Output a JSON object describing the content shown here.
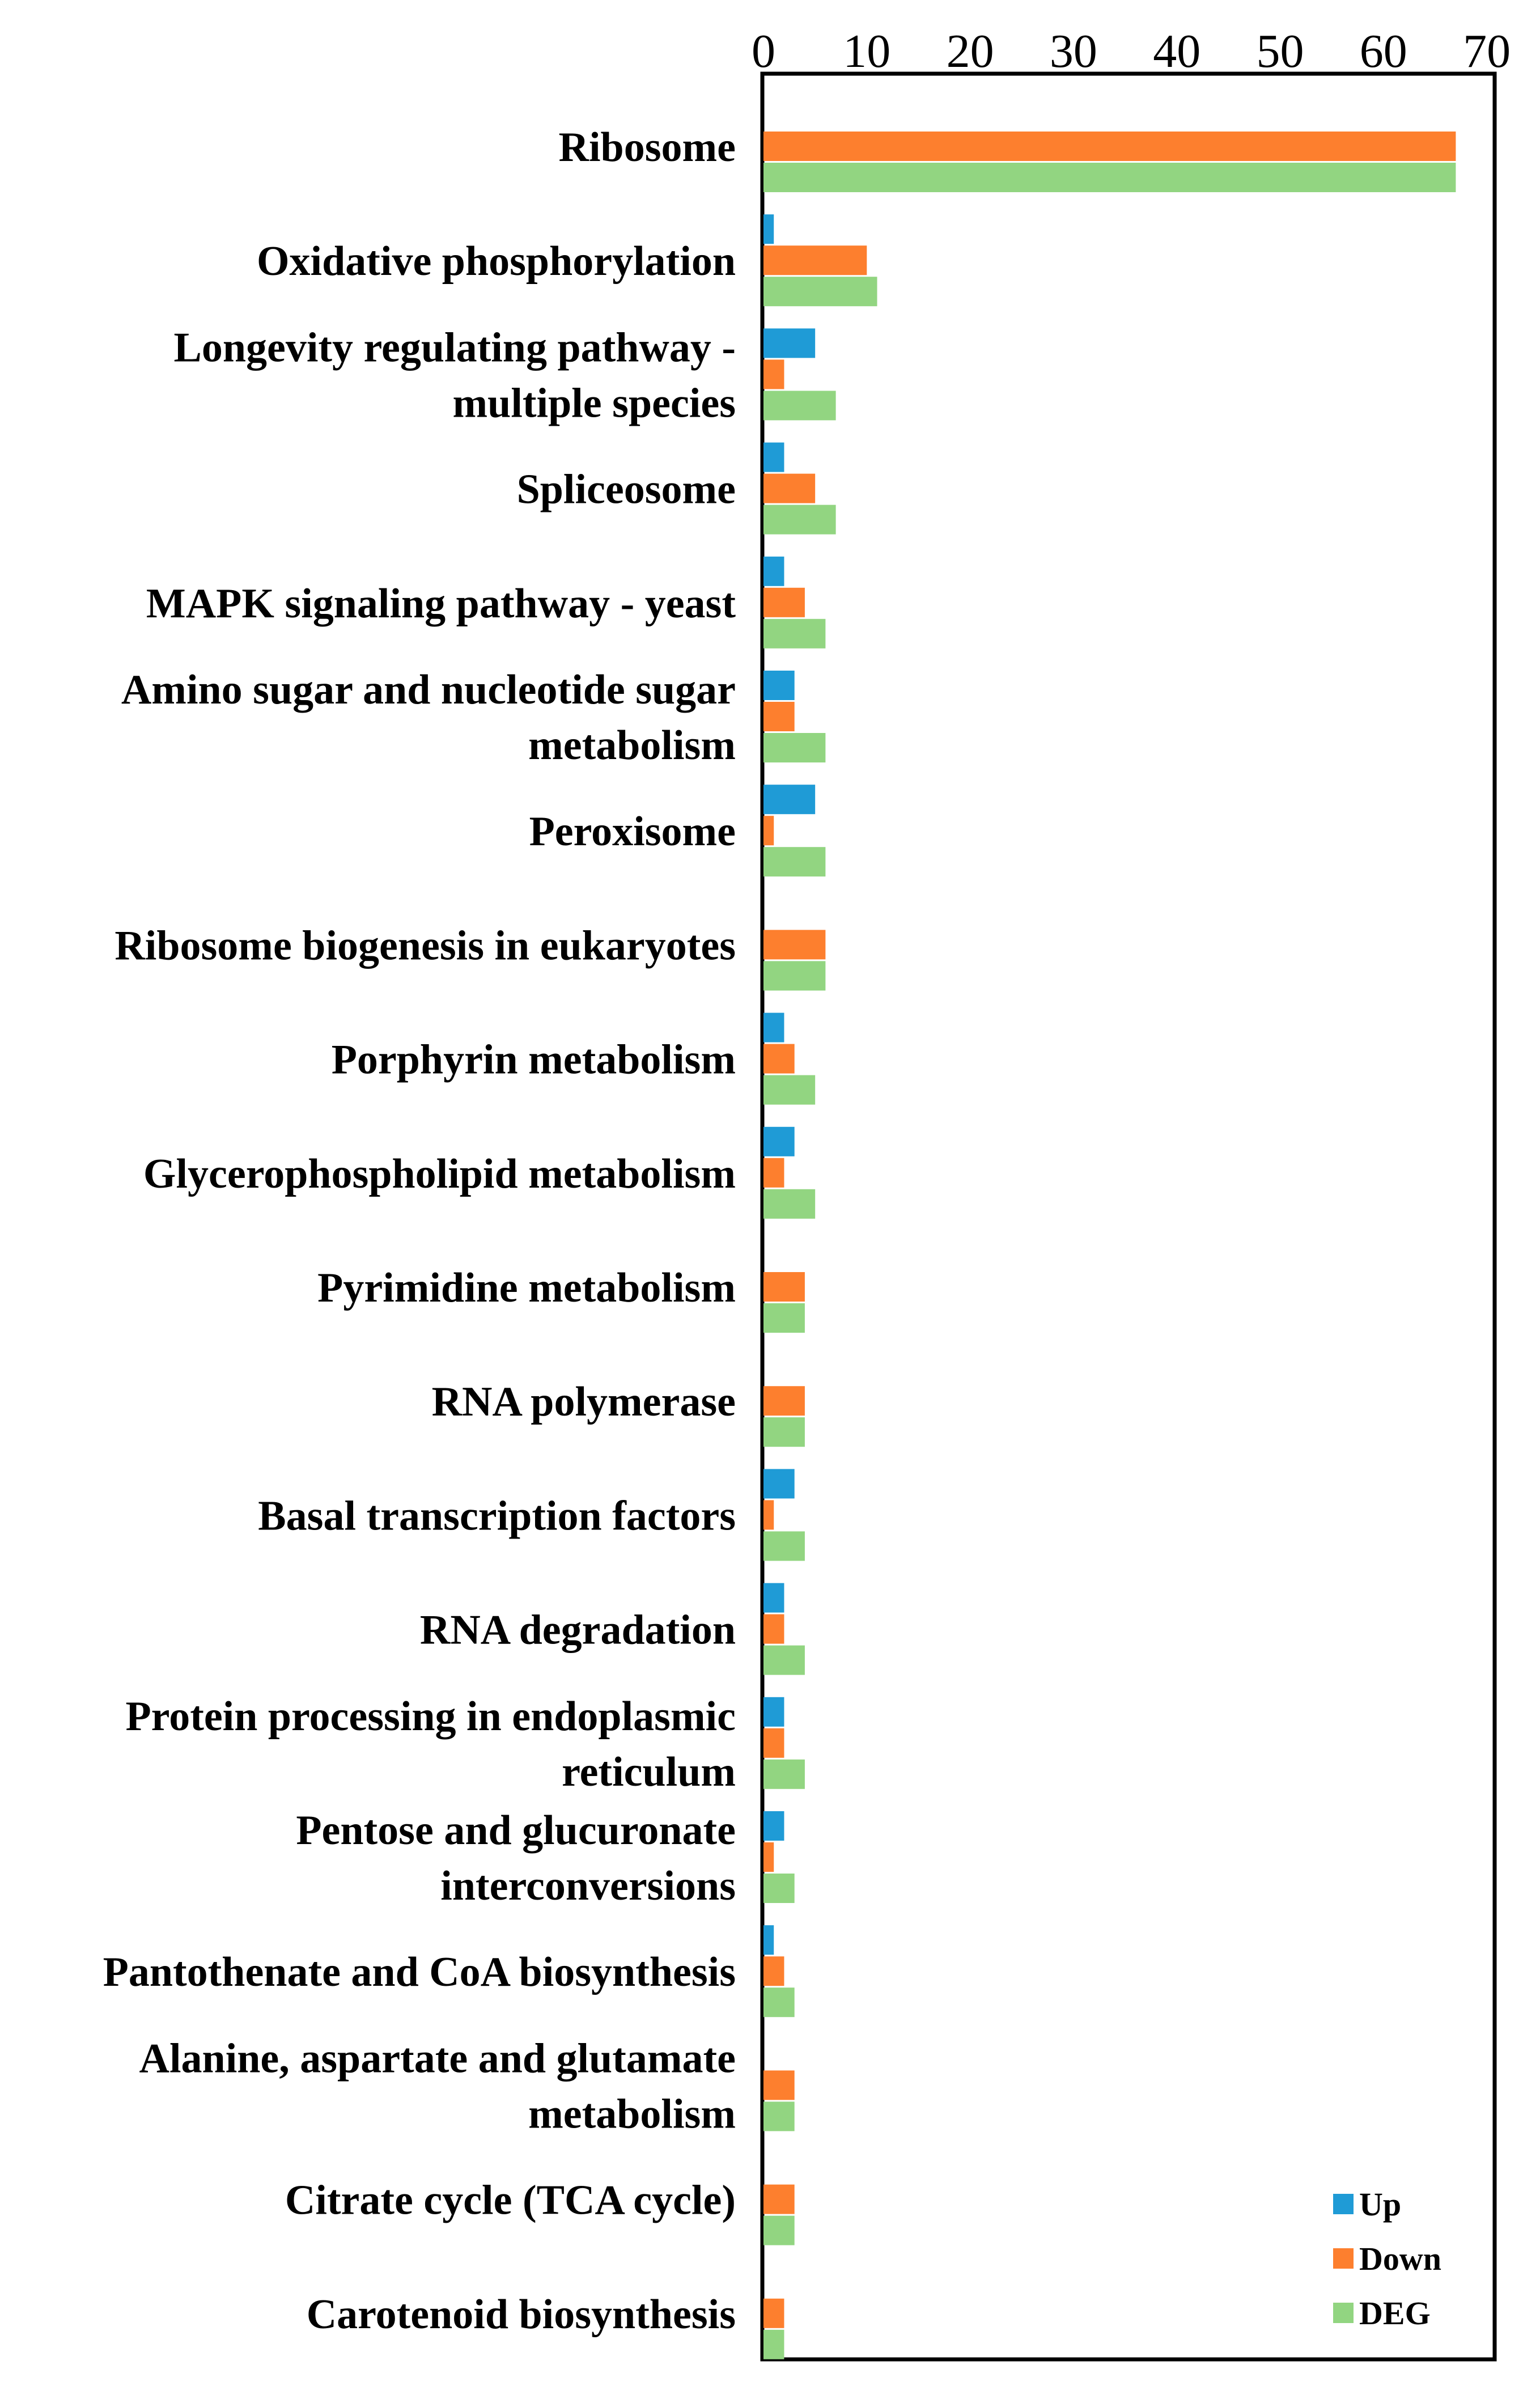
{
  "chart_data": {
    "type": "bar",
    "orientation": "horizontal",
    "x_axis_position": "top",
    "xlim": [
      0,
      70
    ],
    "x_ticks": [
      0,
      10,
      20,
      30,
      40,
      50,
      60,
      70
    ],
    "grid": false,
    "legend_position": "bottom-right",
    "title": "",
    "xlabel": "",
    "ylabel": "",
    "categories": [
      [
        "Ribosome"
      ],
      [
        "Oxidative phosphorylation"
      ],
      [
        "Longevity regulating pathway -",
        "multiple species"
      ],
      [
        "Spliceosome"
      ],
      [
        "MAPK signaling pathway - yeast"
      ],
      [
        "Amino sugar and nucleotide sugar",
        "metabolism"
      ],
      [
        "Peroxisome"
      ],
      [
        "Ribosome biogenesis in eukaryotes"
      ],
      [
        "Porphyrin metabolism"
      ],
      [
        "Glycerophospholipid metabolism"
      ],
      [
        "Pyrimidine metabolism"
      ],
      [
        "RNA polymerase"
      ],
      [
        "Basal transcription factors"
      ],
      [
        "RNA degradation"
      ],
      [
        "Protein processing in endoplasmic",
        "reticulum"
      ],
      [
        "Pentose and glucuronate",
        "interconversions"
      ],
      [
        "Pantothenate and CoA biosynthesis"
      ],
      [
        "Alanine, aspartate and glutamate",
        "metabolism"
      ],
      [
        "Citrate cycle (TCA cycle)"
      ],
      [
        "Carotenoid biosynthesis"
      ]
    ],
    "series": [
      {
        "name": "Up",
        "color": "#1f9bd6",
        "values": [
          0,
          1,
          5,
          2,
          2,
          3,
          5,
          0,
          2,
          3,
          0,
          0,
          3,
          2,
          2,
          2,
          1,
          0,
          0,
          0
        ]
      },
      {
        "name": "Down",
        "color": "#fd7f2e",
        "values": [
          67,
          10,
          2,
          5,
          4,
          3,
          1,
          6,
          3,
          2,
          4,
          4,
          1,
          2,
          2,
          1,
          2,
          3,
          3,
          2
        ]
      },
      {
        "name": "DEG",
        "color": "#92d581",
        "values": [
          67,
          11,
          7,
          7,
          6,
          6,
          6,
          6,
          5,
          5,
          4,
          4,
          4,
          4,
          4,
          3,
          3,
          3,
          3,
          2
        ]
      }
    ]
  }
}
